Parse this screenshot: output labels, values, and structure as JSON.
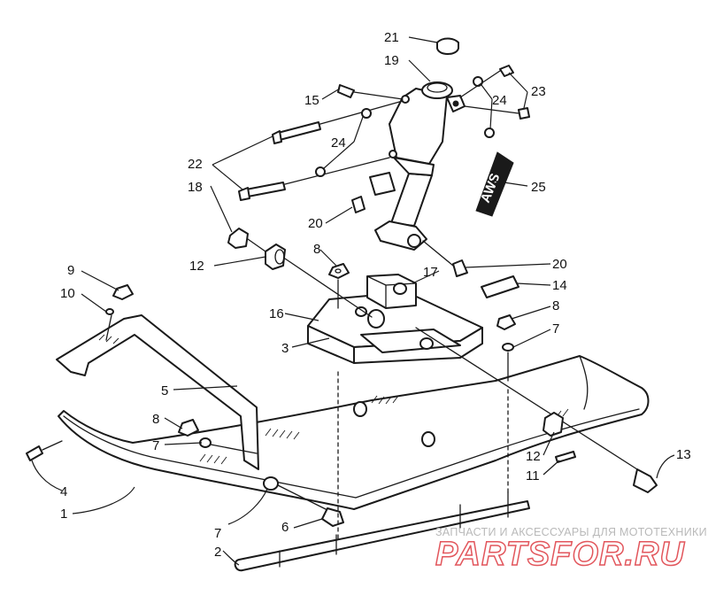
{
  "callouts": [
    "21",
    "19",
    "15",
    "24",
    "23",
    "24",
    "22",
    "18",
    "25",
    "20",
    "8",
    "12",
    "17",
    "20",
    "9",
    "10",
    "14",
    "16",
    "8",
    "3",
    "7",
    "5",
    "8",
    "7",
    "12",
    "13",
    "11",
    "4",
    "1",
    "7",
    "6",
    "2"
  ],
  "decal_text": "AWS",
  "watermark": {
    "subtitle": "ЗАПЧАСТИ И АКСЕССУАРЫ ДЛЯ МОТОТЕХНИКИ",
    "logo": "PartsFor.ru"
  },
  "colors": {
    "line": "#1a1a1a",
    "background": "#ffffff",
    "watermark": "#e2565c",
    "watermark_text": "#b9b9b9"
  }
}
